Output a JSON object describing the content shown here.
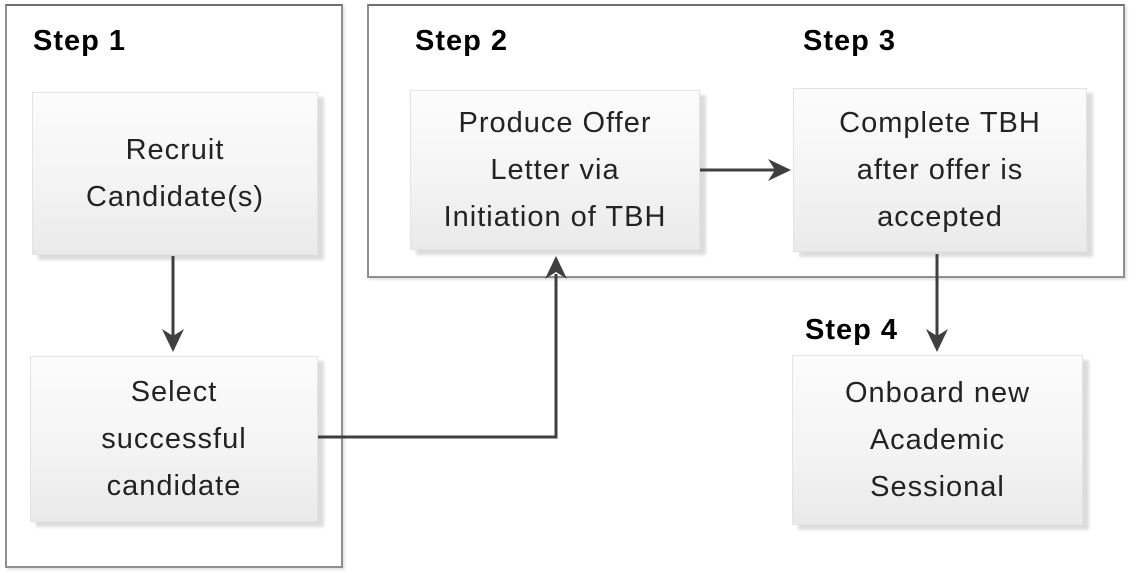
{
  "diagram": {
    "type": "flowchart",
    "colors": {
      "arrow": "#3f3f3f",
      "panel_border": "#8f8f8f",
      "box_fill_top": "#fcfcfc",
      "box_fill_bottom": "#eaeaea",
      "heading_text": "#000000",
      "box_text": "#232323"
    },
    "steps": [
      {
        "label": "Step 1",
        "boxes": [
          "Recruit\nCandidate(s)",
          "Select\nsuccessful\ncandidate"
        ]
      },
      {
        "label": "Step 2",
        "boxes": [
          "Produce Offer\nLetter via\nInitiation of TBH"
        ]
      },
      {
        "label": "Step 3",
        "boxes": [
          "Complete TBH\nafter offer is\naccepted"
        ]
      },
      {
        "label": "Step 4",
        "boxes": [
          "Onboard new\nAcademic\nSessional"
        ]
      }
    ],
    "connections": [
      {
        "from": "Recruit Candidate(s)",
        "to": "Select successful candidate",
        "shape": "straight-down"
      },
      {
        "from": "Select successful candidate",
        "to": "Produce Offer Letter via Initiation of TBH",
        "shape": "elbow-right-then-up"
      },
      {
        "from": "Produce Offer Letter via Initiation of TBH",
        "to": "Complete TBH after offer is accepted",
        "shape": "straight-right"
      },
      {
        "from": "Complete TBH after offer is accepted",
        "to": "Onboard new Academic Sessional",
        "shape": "straight-down"
      }
    ]
  }
}
